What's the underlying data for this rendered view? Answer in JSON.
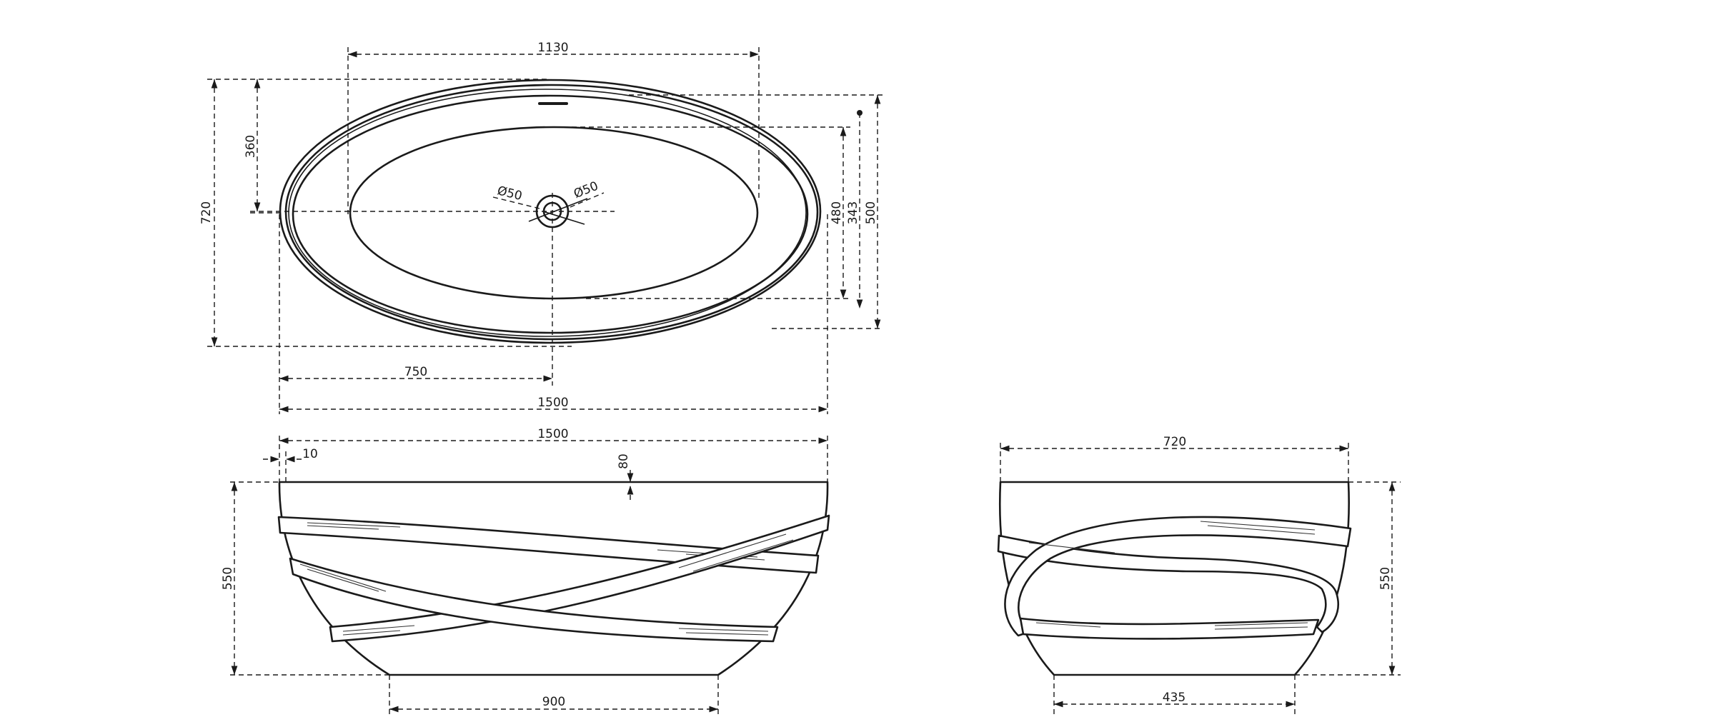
{
  "top_view": {
    "dims": {
      "inner_length": "1130",
      "half_width": "360",
      "total_width": "720",
      "drain_left": "Ø50",
      "drain_right": "Ø50",
      "inner_width": "480",
      "depth_343": "343",
      "width_500": "500",
      "half_length": "750",
      "total_length": "1500"
    }
  },
  "front_view": {
    "dims": {
      "length": "1500",
      "rim": "10",
      "offset": "80",
      "height": "550",
      "base": "900"
    }
  },
  "side_view": {
    "dims": {
      "width": "720",
      "height": "550",
      "base": "435"
    }
  }
}
